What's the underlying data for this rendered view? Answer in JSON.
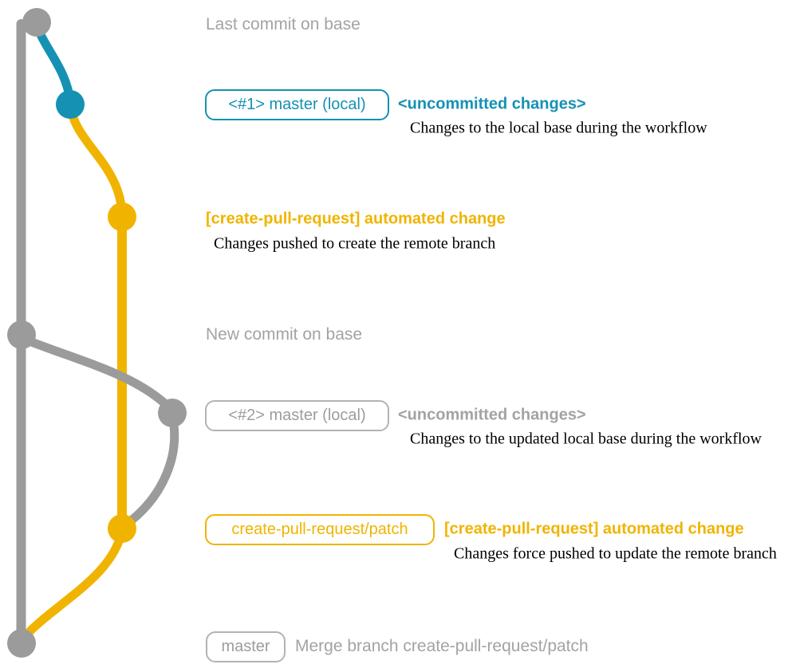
{
  "colors": {
    "graph_gray": "#9b9b9b",
    "text_gray": "#a3a3a3",
    "teal": "#1591b3",
    "yellow": "#f0b400",
    "caption_black": "#000000"
  },
  "commits": [
    {
      "id": "last-base-commit",
      "label": "Last commit on base"
    },
    {
      "id": "local-master-1",
      "badge": "<#1> master (local)",
      "status": "<uncommitted changes>",
      "caption": "Changes to the local base during the workflow"
    },
    {
      "id": "create-pull-request-commit-1",
      "label": "[create-pull-request] automated change",
      "caption": "Changes pushed to create the remote branch"
    },
    {
      "id": "new-base-commit",
      "label": "New commit on base"
    },
    {
      "id": "local-master-2",
      "badge": "<#2> master (local)",
      "status": "<uncommitted changes>",
      "caption": "Changes to the updated local base during the workflow"
    },
    {
      "id": "create-pull-request-commit-2",
      "badge": "create-pull-request/patch",
      "label": "[create-pull-request] automated change",
      "caption": "Changes force pushed to update the remote branch"
    },
    {
      "id": "merge-commit",
      "badge": "master",
      "label": "Merge branch create-pull-request/patch"
    }
  ]
}
